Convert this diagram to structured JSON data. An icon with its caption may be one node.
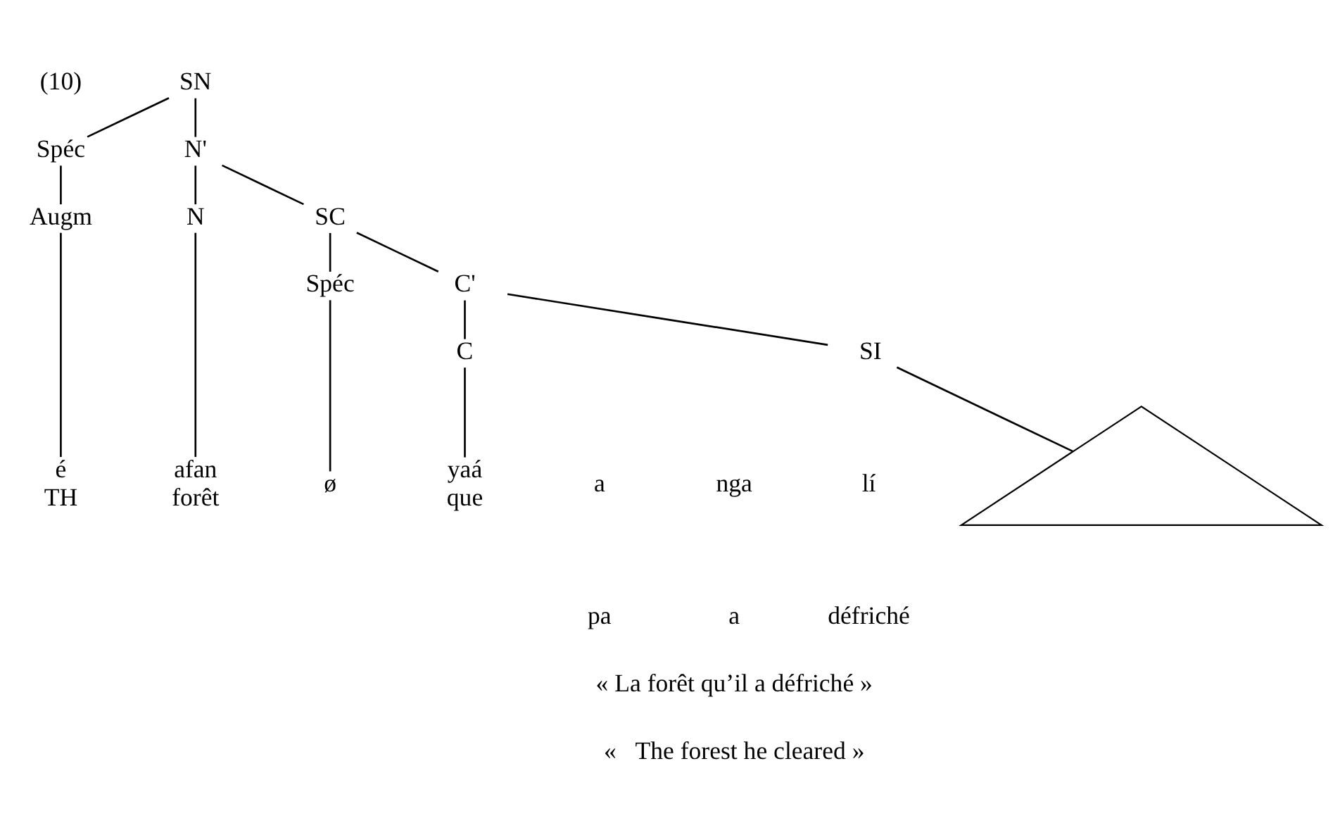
{
  "diagram": {
    "nodes": [
      {
        "text": [
          "SN"
        ]
      },
      {
        "text": [
          "Spéc"
        ]
      },
      {
        "text": [
          "N'"
        ]
      },
      {
        "text": [
          "Augm"
        ]
      },
      {
        "text": [
          "N"
        ]
      },
      {
        "text": [
          "SC"
        ]
      },
      {
        "text": [
          "Spéc"
        ]
      },
      {
        "text": [
          "C'"
        ]
      },
      {
        "text": [
          "C"
        ]
      },
      {
        "text": [
          "SI"
        ]
      },
      {
        "text": [],
        "shape": "triangle"
      },
      {
        "text": [
          "é",
          "TH"
        ]
      },
      {
        "text": [
          "afan",
          "forêt"
        ]
      },
      {
        "text": [
          "ø"
        ]
      },
      {
        "text": [
          "yaá",
          "que"
        ]
      }
    ],
    "edges": [
      {
        "from": 0,
        "to": 1,
        "arrow": "none"
      },
      {
        "from": 0,
        "to": 2,
        "arrow": "none"
      },
      {
        "from": 1,
        "to": 3,
        "arrow": "none"
      },
      {
        "from": 3,
        "to": 11,
        "arrow": "none"
      },
      {
        "from": 2,
        "to": 4,
        "arrow": "none"
      },
      {
        "from": 4,
        "to": 12,
        "arrow": "none"
      },
      {
        "from": 2,
        "to": 5,
        "arrow": "none"
      },
      {
        "from": 5,
        "to": 6,
        "arrow": "none"
      },
      {
        "from": 5,
        "to": 7,
        "arrow": "none"
      },
      {
        "from": 6,
        "to": 13,
        "arrow": "none"
      },
      {
        "from": 7,
        "to": 8,
        "arrow": "none"
      },
      {
        "from": 7,
        "to": 9,
        "arrow": "none"
      },
      {
        "from": 8,
        "to": 14,
        "arrow": "none"
      },
      {
        "from": 9,
        "to": 10,
        "arrow": "none"
      }
    ],
    "labels": [
      "(10)",
      "a",
      "nga",
      "lí",
      "pa",
      "a",
      "défriché",
      "« La forêt qu’il a défriché »",
      "«   The forest he cleared »"
    ]
  }
}
